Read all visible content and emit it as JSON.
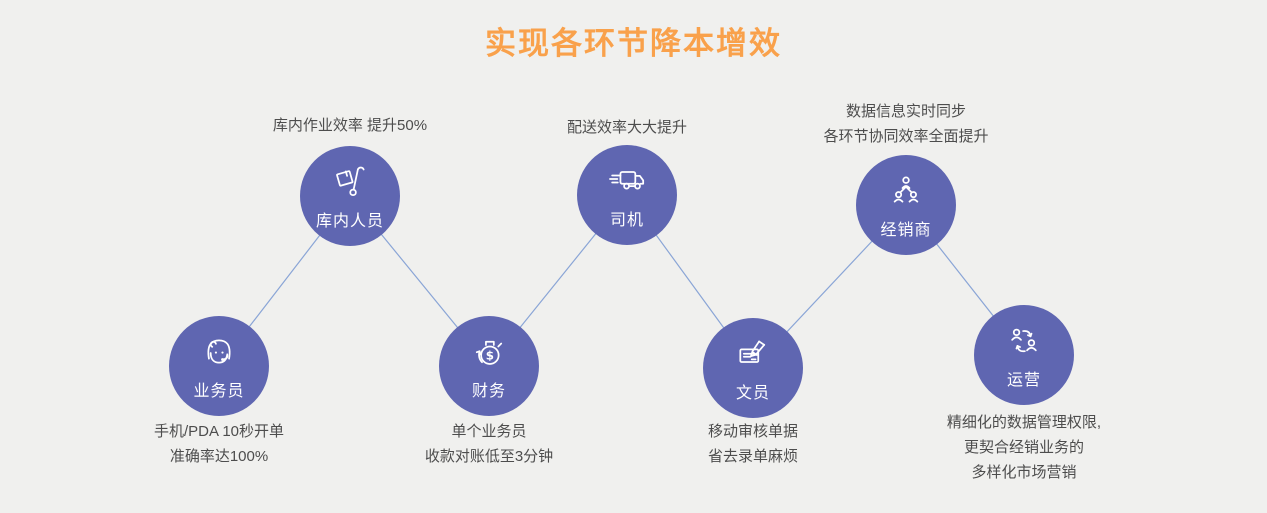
{
  "title": "实现各环节降本增效",
  "colors": {
    "background": "#F0F0EE",
    "title": "#F9A14B",
    "node_fill": "#5F66B1",
    "connector_line": "#8AA5D6",
    "annotation_text": "#4D4D4D",
    "node_label": "#FFFFFF"
  },
  "nodes": [
    {
      "id": "salesperson",
      "label": "业务员",
      "icon": "headset-agent-icon",
      "annotation_lines": [
        "手机/PDA 10秒开单",
        "准确率达100%"
      ]
    },
    {
      "id": "warehouse-staff",
      "label": "库内人员",
      "icon": "hand-truck-icon",
      "annotation_lines": [
        "库内作业效率 提升50%"
      ]
    },
    {
      "id": "finance",
      "label": "财务",
      "icon": "stopwatch-dollar-icon",
      "annotation_lines": [
        "单个业务员",
        "收款对账低至3分钟"
      ]
    },
    {
      "id": "driver",
      "label": "司机",
      "icon": "delivery-truck-icon",
      "annotation_lines": [
        "配送效率大大提升"
      ]
    },
    {
      "id": "clerk",
      "label": "文员",
      "icon": "document-pen-icon",
      "annotation_lines": [
        "移动审核单据",
        "省去录单麻烦"
      ]
    },
    {
      "id": "distributor",
      "label": "经销商",
      "icon": "org-structure-icon",
      "annotation_lines": [
        "数据信息实时同步",
        "各环节协同效率全面提升"
      ]
    },
    {
      "id": "operations",
      "label": "运营",
      "icon": "people-sync-icon",
      "annotation_lines": [
        "精细化的数据管理权限,",
        "更契合经销业务的",
        "多样化市场营销"
      ]
    }
  ]
}
